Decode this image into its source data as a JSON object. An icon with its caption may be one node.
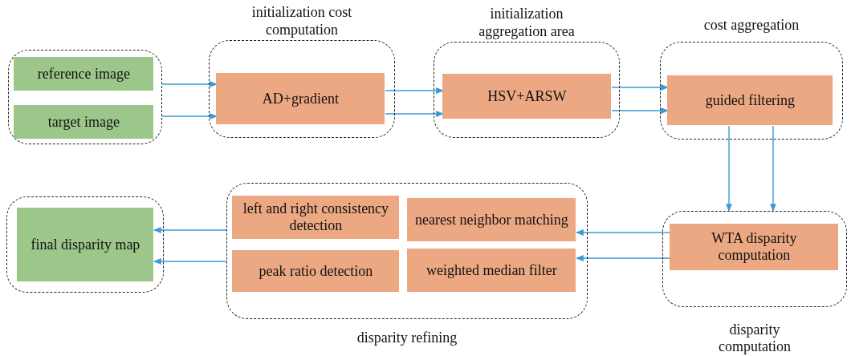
{
  "diagram": {
    "nodes": [
      {
        "text": [],
        "shape": "box"
      },
      {
        "text": [
          "reference image"
        ],
        "in": 0
      },
      {
        "text": [
          "target image"
        ],
        "in": 0
      },
      {
        "text": [
          "initialization cost computation"
        ]
      },
      {
        "text": [
          "AD+gradient"
        ],
        "in": 3
      },
      {
        "text": [
          "initialization aggregation area"
        ]
      },
      {
        "text": [
          "HSV+ARSW"
        ],
        "in": 5
      },
      {
        "text": [
          "cost aggregation"
        ]
      },
      {
        "text": [
          "guided filtering"
        ],
        "in": 7
      },
      {
        "text": [
          "disparity computation"
        ]
      },
      {
        "text": [
          "WTA disparity computation"
        ],
        "in": 9
      },
      {
        "text": [
          "disparity refining"
        ]
      },
      {
        "text": [
          "left and right consistency detection"
        ],
        "in": 11
      },
      {
        "text": [
          "nearest neighbor matching"
        ],
        "in": 11
      },
      {
        "text": [
          "peak ratio detection"
        ],
        "in": 11
      },
      {
        "text": [
          "weighted median filter"
        ],
        "in": 11
      },
      {
        "text": [],
        "shape": "box"
      },
      {
        "text": [
          "final disparity map"
        ],
        "in": 16
      }
    ],
    "edges": [
      {
        "from": 0,
        "to": 4,
        "arrow": "to"
      },
      {
        "from": 0,
        "to": 4,
        "arrow": "to"
      },
      {
        "from": 4,
        "to": 6,
        "arrow": "to"
      },
      {
        "from": 4,
        "to": 6,
        "arrow": "to"
      },
      {
        "from": 6,
        "to": 8,
        "arrow": "to"
      },
      {
        "from": 6,
        "to": 8,
        "arrow": "to"
      },
      {
        "from": 8,
        "to": 9,
        "arrow": "to"
      },
      {
        "from": 8,
        "to": 9,
        "arrow": "to"
      },
      {
        "from": 10,
        "to": 13,
        "arrow": "to"
      },
      {
        "from": 10,
        "to": 15,
        "arrow": "to"
      },
      {
        "from": 11,
        "to": 17,
        "arrow": "to"
      },
      {
        "from": 11,
        "to": 17,
        "arrow": "to"
      }
    ]
  }
}
